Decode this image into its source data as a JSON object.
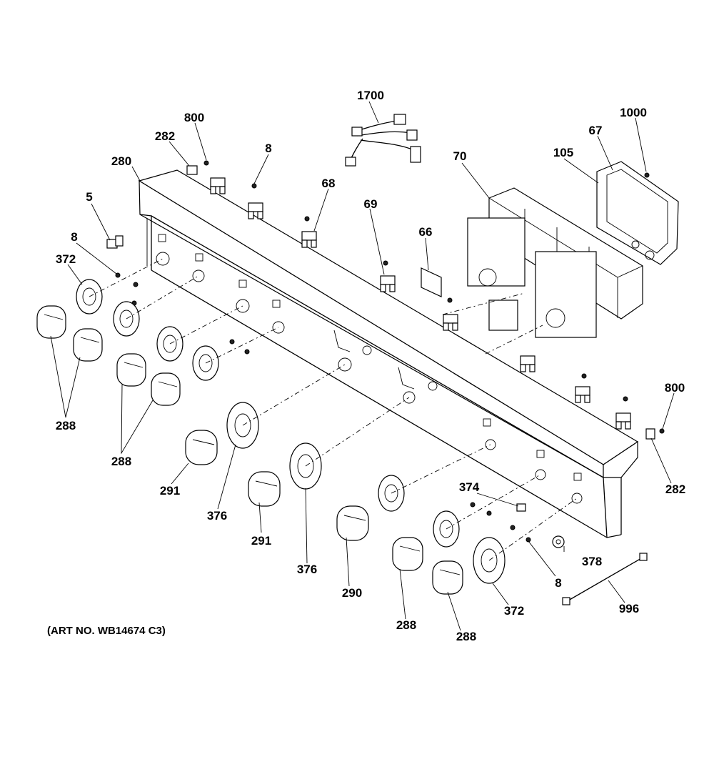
{
  "diagram": {
    "callouts": [
      {
        "id": "c1700",
        "text": "1700"
      },
      {
        "id": "c800a",
        "text": "800"
      },
      {
        "id": "c1000",
        "text": "1000"
      },
      {
        "id": "c282a",
        "text": "282"
      },
      {
        "id": "c67",
        "text": "67"
      },
      {
        "id": "c8a",
        "text": "8"
      },
      {
        "id": "c280",
        "text": "280"
      },
      {
        "id": "c70",
        "text": "70"
      },
      {
        "id": "c105",
        "text": "105"
      },
      {
        "id": "c68",
        "text": "68"
      },
      {
        "id": "c5",
        "text": "5"
      },
      {
        "id": "c69",
        "text": "69"
      },
      {
        "id": "c8b",
        "text": "8"
      },
      {
        "id": "c66",
        "text": "66"
      },
      {
        "id": "c372a",
        "text": "372"
      },
      {
        "id": "c800b",
        "text": "800"
      },
      {
        "id": "c288a",
        "text": "288"
      },
      {
        "id": "c288b",
        "text": "288"
      },
      {
        "id": "c374",
        "text": "374"
      },
      {
        "id": "c282b",
        "text": "282"
      },
      {
        "id": "c291a",
        "text": "291"
      },
      {
        "id": "c376a",
        "text": "376"
      },
      {
        "id": "c291b",
        "text": "291"
      },
      {
        "id": "c378",
        "text": "378"
      },
      {
        "id": "c8c",
        "text": "8"
      },
      {
        "id": "c376b",
        "text": "376"
      },
      {
        "id": "c290",
        "text": "290"
      },
      {
        "id": "c996",
        "text": "996"
      },
      {
        "id": "c372b",
        "text": "372"
      },
      {
        "id": "c288c",
        "text": "288"
      },
      {
        "id": "c288d",
        "text": "288"
      }
    ],
    "art_number": "(ART NO. WB14674 C3)"
  }
}
